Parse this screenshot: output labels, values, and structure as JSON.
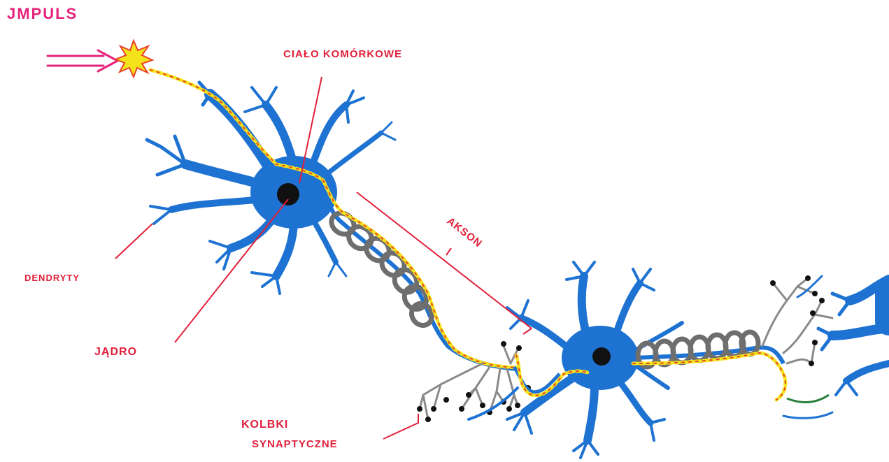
{
  "title": "JMPULS",
  "labels": {
    "cialo": "CIAŁO KOMÓRKOWE",
    "akson": "AKSON",
    "dendryty": "DENDRYTY",
    "jadro": "JĄDRO",
    "kolbki_line1": "KOLBKI",
    "kolbki_line2": "SYNAPTYCZNE"
  },
  "colors": {
    "neuron": "#1e73d2",
    "myelin": "#6e6e6e",
    "nucleus": "#111111",
    "impulse": "#f4e21a",
    "impulse_dash": "#e8432a",
    "label": "#e11f3a",
    "title": "#e6237c",
    "terminal": "#8a8a8a"
  },
  "icons": {
    "arrow": "double-arrow-icon",
    "impulse": "starburst-icon"
  }
}
